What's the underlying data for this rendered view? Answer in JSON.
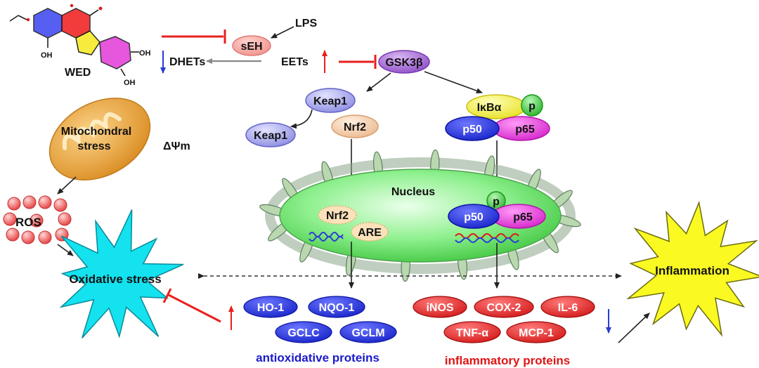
{
  "compound": {
    "name": "WED",
    "substituents": [
      "OH",
      "OH",
      "OH"
    ]
  },
  "seh_pathway": {
    "lps": "LPS",
    "seh": "sEH",
    "eets": "EETs",
    "dhets": "DHETs",
    "gsk3b": "GSK3β"
  },
  "nrf2_pathway": {
    "keap1_bound": "Keap1",
    "keap1_free": "Keap1",
    "nrf2": "Nrf2",
    "nrf2_nuclear": "Nrf2",
    "are": "ARE"
  },
  "nfkb_pathway": {
    "ikba": "IκBα",
    "p": "p",
    "p50": "p50",
    "p65": "p65",
    "p_nuclear": "p",
    "p50_nuclear": "p50",
    "p65_nuclear": "p65"
  },
  "nucleus": {
    "label": "Nucleus"
  },
  "mito": {
    "label_line1": "Mitochondral",
    "label_line2": "stress",
    "potential": "ΔΨm"
  },
  "ros": {
    "label": "ROS"
  },
  "oxidative_stress": {
    "label": "Oxidative stress"
  },
  "inflammation": {
    "label": "Inflammation"
  },
  "antioxidative": {
    "title": "antioxidative proteins",
    "proteins": [
      "HO-1",
      "NQO-1",
      "GCLC",
      "GCLM"
    ]
  },
  "inflammatory": {
    "title": "inflammatory proteins",
    "proteins": [
      "iNOS",
      "COX-2",
      "IL-6",
      "TNF-α",
      "MCP-1"
    ]
  },
  "colors": {
    "inhibit": "#e8201e",
    "decrease": "#2a3ad8",
    "seh_fill": "#f7a9a5",
    "gsk_fill": "#a06ad0",
    "keap1_fill": "#9b9bea",
    "nrf2_fill": "#f2c9a4",
    "ikba_fill": "#f4ef33",
    "p_fill": "#34c234",
    "p50_fill": "#1a1ad0",
    "p65_fill": "#e23ad8",
    "nucleus_fill": "#7ee57e",
    "mito_fill": "#e6a23c",
    "ros_fill": "#f07070",
    "oxstress_fill": "#13e0ee",
    "inflammation_fill": "#fafa22",
    "antiox_pill": "#1f2ee0",
    "inflam_pill": "#e41b1b"
  }
}
